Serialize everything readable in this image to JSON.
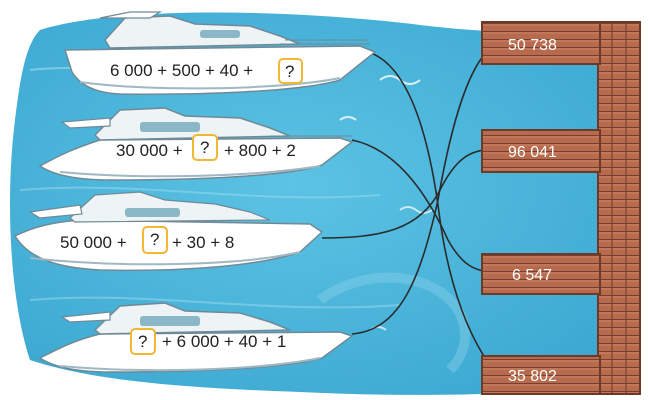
{
  "boats": [
    {
      "expr": "6 000 + 500 + 40 +",
      "blank": "?",
      "blank_position": "end"
    },
    {
      "expr_before": "30 000 +",
      "blank": "?",
      "expr_after": "+ 800 + 2",
      "blank_position": "middle"
    },
    {
      "expr_before": "50 000 +",
      "blank": "?",
      "expr_after": "+ 30 + 8",
      "blank_position": "middle"
    },
    {
      "blank": "?",
      "expr": "+ 6 000 + 40 + 1",
      "blank_position": "start"
    }
  ],
  "docks": [
    {
      "label": "50 738"
    },
    {
      "label": "96 041"
    },
    {
      "label": "6 547"
    },
    {
      "label": "35 802"
    }
  ],
  "colors": {
    "water": "#4fb6da",
    "boat_hull": "#ffffff",
    "answer_box_border": "#f2b632",
    "dock_wood": "#b4654a",
    "rope": "#2b2b2b"
  }
}
